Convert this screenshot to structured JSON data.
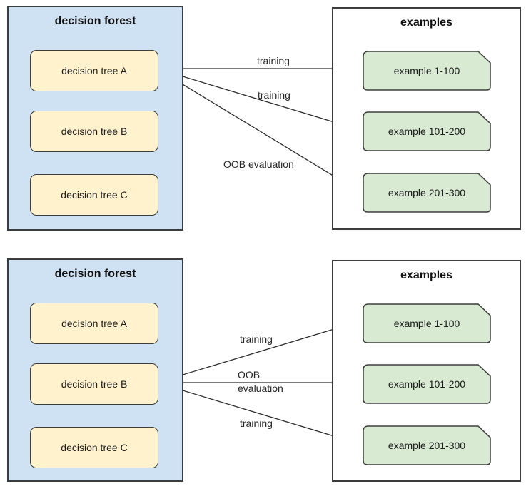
{
  "diagram": {
    "panels": [
      {
        "forest": {
          "title": "decision forest",
          "trees": [
            "decision tree A",
            "decision tree B",
            "decision tree C"
          ]
        },
        "examples": {
          "title": "examples",
          "items": [
            "example 1-100",
            "example 101-200",
            "example 201-300"
          ]
        },
        "arrows": [
          {
            "from": "decision tree A",
            "to": "example 1-100",
            "label": "training"
          },
          {
            "from": "decision tree A",
            "to": "example 101-200",
            "label": "training"
          },
          {
            "from": "decision tree A",
            "to": "example 201-300",
            "label": "OOB evaluation"
          }
        ]
      },
      {
        "forest": {
          "title": "decision forest",
          "trees": [
            "decision tree A",
            "decision tree B",
            "decision tree C"
          ]
        },
        "examples": {
          "title": "examples",
          "items": [
            "example 1-100",
            "example 101-200",
            "example 201-300"
          ]
        },
        "arrows": [
          {
            "from": "decision tree B",
            "to": "example 1-100",
            "label": "training"
          },
          {
            "from": "decision tree B",
            "to": "example 101-200",
            "label": "OOB evaluation"
          },
          {
            "from": "decision tree B",
            "to": "example 201-300",
            "label": "training"
          }
        ]
      }
    ]
  },
  "colors": {
    "forest_fill": "#cfe2f3",
    "tree_fill": "#fff2cc",
    "example_fill": "#d9ead3",
    "outer_stroke": "#3c3c3c",
    "node_stroke": "#3d3d3d",
    "arrow_color": "#2b2b2b"
  }
}
